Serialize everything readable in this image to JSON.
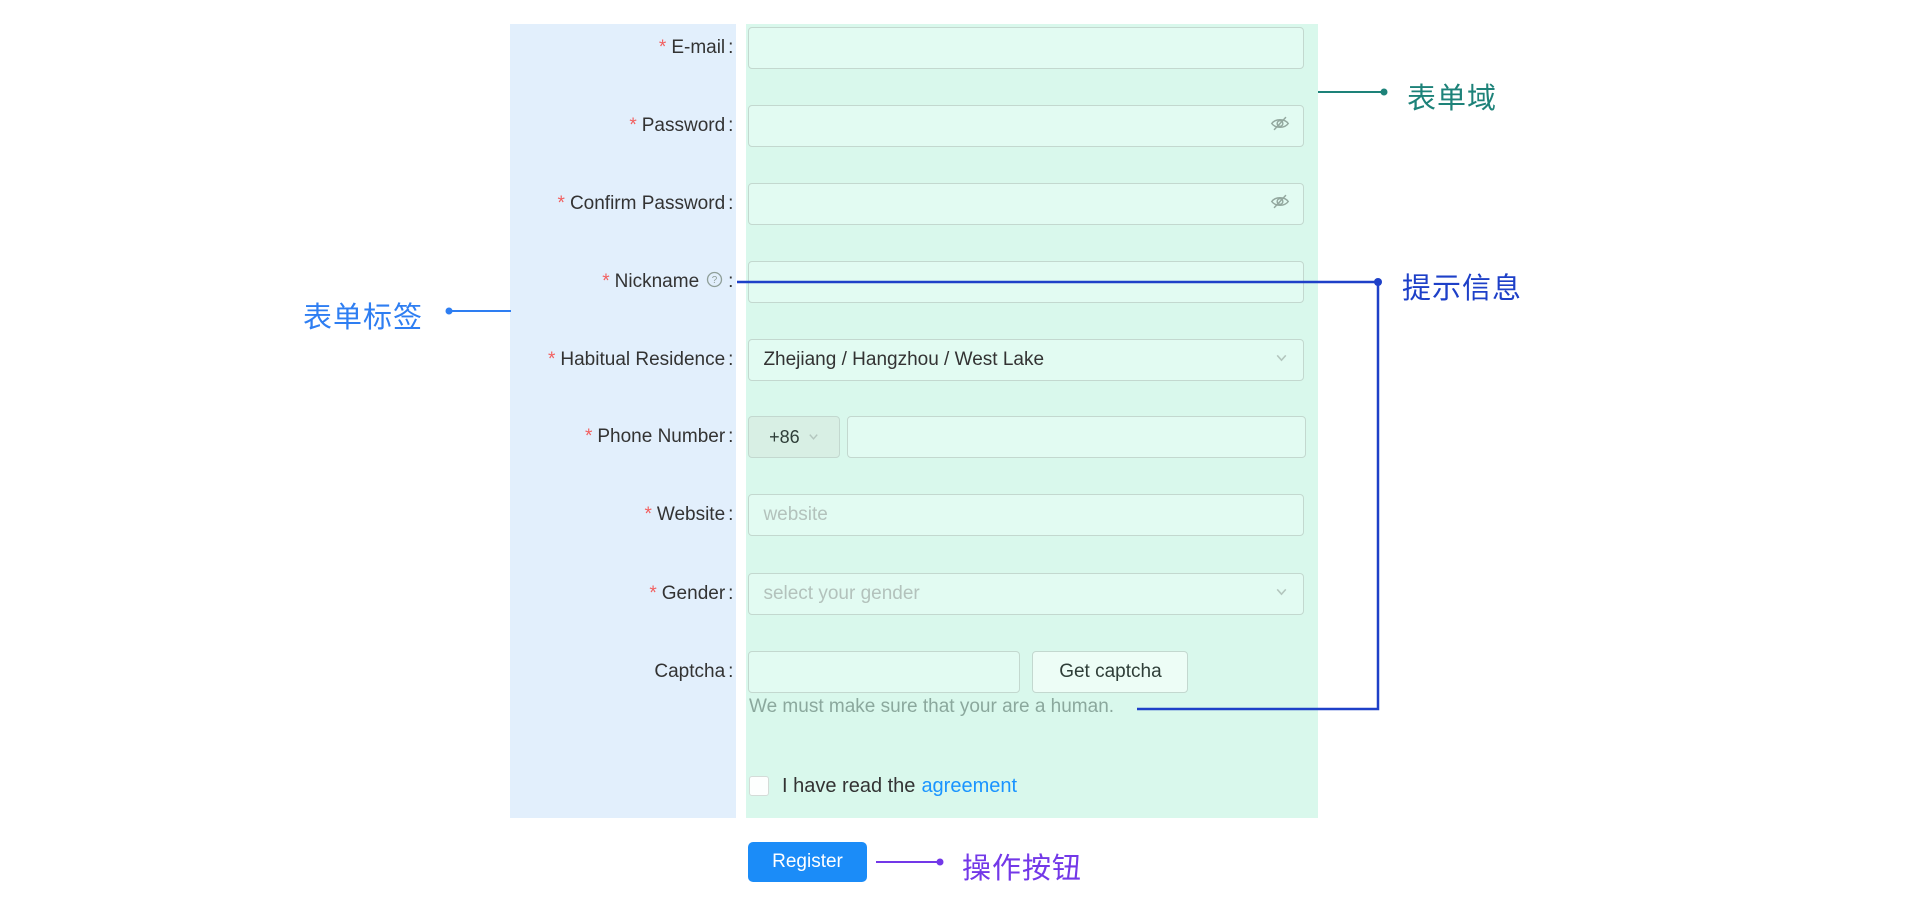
{
  "form": {
    "colon": ":",
    "required_mark": "*",
    "fields": [
      {
        "label": "E-mail",
        "required": true,
        "value": ""
      },
      {
        "label": "Password",
        "required": true,
        "value": ""
      },
      {
        "label": "Confirm Password",
        "required": true,
        "value": ""
      },
      {
        "label": "Nickname",
        "required": true,
        "value": ""
      },
      {
        "label": "Habitual Residence",
        "required": true,
        "value": "Zhejiang / Hangzhou / West Lake"
      },
      {
        "label": "Phone Number",
        "required": true,
        "addon": "+86",
        "value": ""
      },
      {
        "label": "Website",
        "required": true,
        "placeholder": "website",
        "value": ""
      },
      {
        "label": "Gender",
        "required": true,
        "placeholder": "select your gender"
      },
      {
        "label": "Captcha",
        "required": false,
        "value": "",
        "button_label": "Get captcha",
        "extra": "We must make sure that your are a human."
      }
    ],
    "agreement": {
      "prefix": "I have read the",
      "link_label": "agreement"
    },
    "submit_label": "Register"
  },
  "icons": {
    "question_mark": "?"
  },
  "annotations": {
    "form_field": {
      "label": "表单域",
      "color": "#1d8279"
    },
    "form_label": {
      "label": "表单标签",
      "color": "#2e7ef2"
    },
    "hint": {
      "label": "提示信息",
      "color": "#1e40c8"
    },
    "action_button": {
      "label": "操作按钮",
      "color": "#7338e8"
    }
  },
  "colors": {
    "label_column_bg": "#e2effc",
    "field_column_bg": "#d9f8ec",
    "input_bg": "#e2fbf2",
    "input_border": "#c3d8cf",
    "primary_button_bg": "#1b8cf8",
    "link": "#1a94ff",
    "required_mark": "#f25f5f",
    "placeholder_text": "#b3c2bc",
    "extra_text": "#8ba89d"
  }
}
